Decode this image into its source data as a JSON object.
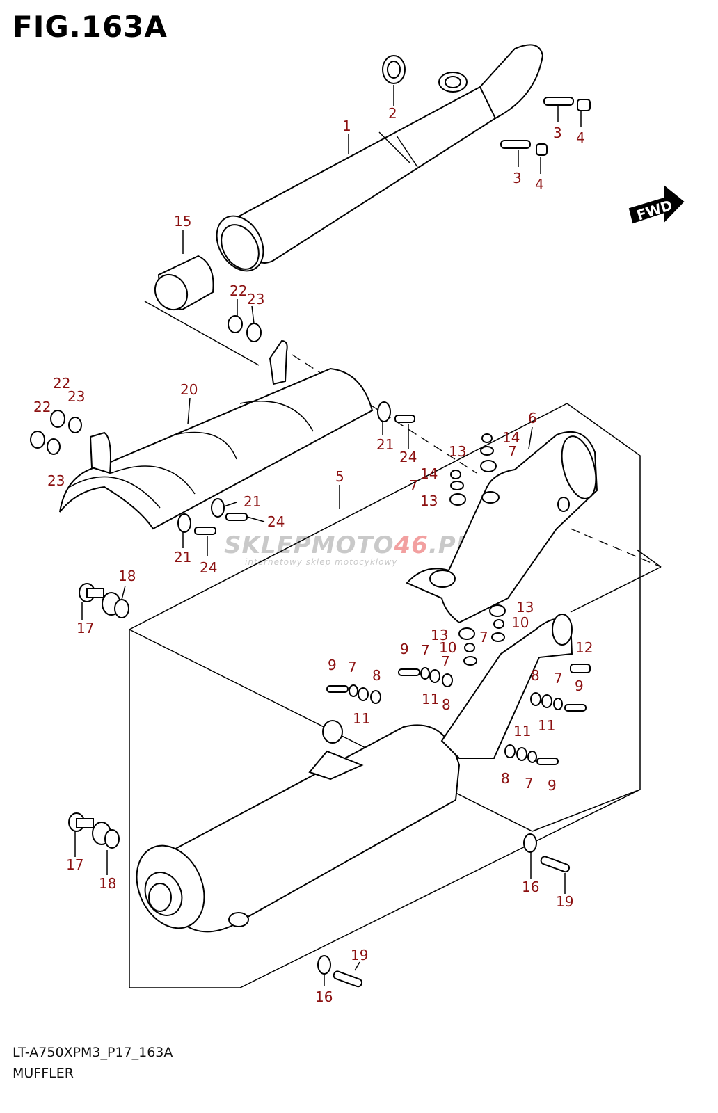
{
  "figure": {
    "title": "FIG.163A",
    "drawing_code": "LT-A750XPM3_P17_163A",
    "section_name": "MUFFLER"
  },
  "direction_arrow": {
    "label": "FWD"
  },
  "watermark": {
    "brand_a": "SKLEPMOTO",
    "brand_b": "46",
    "brand_c": ".PL",
    "tagline": "internetowy sklep motocyklowy"
  },
  "callouts": [
    {
      "id": "c1",
      "text": "1"
    },
    {
      "id": "c2",
      "text": "2"
    },
    {
      "id": "c3a",
      "text": "3"
    },
    {
      "id": "c4a",
      "text": "4"
    },
    {
      "id": "c3b",
      "text": "3"
    },
    {
      "id": "c4b",
      "text": "4"
    },
    {
      "id": "c15",
      "text": "15"
    },
    {
      "id": "c22a",
      "text": "22"
    },
    {
      "id": "c23a",
      "text": "23"
    },
    {
      "id": "c20",
      "text": "20"
    },
    {
      "id": "c22b",
      "text": "22"
    },
    {
      "id": "c23b",
      "text": "23"
    },
    {
      "id": "c22c",
      "text": "22"
    },
    {
      "id": "c23c",
      "text": "23"
    },
    {
      "id": "c21a",
      "text": "21"
    },
    {
      "id": "c24a",
      "text": "24"
    },
    {
      "id": "c21b",
      "text": "21"
    },
    {
      "id": "c24b",
      "text": "24"
    },
    {
      "id": "c21c",
      "text": "21"
    },
    {
      "id": "c24c",
      "text": "24"
    },
    {
      "id": "c5",
      "text": "5"
    },
    {
      "id": "c6",
      "text": "6"
    },
    {
      "id": "c14a",
      "text": "14"
    },
    {
      "id": "c13a",
      "text": "13"
    },
    {
      "id": "c7a",
      "text": "7"
    },
    {
      "id": "c14b",
      "text": "14"
    },
    {
      "id": "c7b",
      "text": "7"
    },
    {
      "id": "c13b",
      "text": "13"
    },
    {
      "id": "c18a",
      "text": "18"
    },
    {
      "id": "c17a",
      "text": "17"
    },
    {
      "id": "c13c",
      "text": "13"
    },
    {
      "id": "c10a",
      "text": "10"
    },
    {
      "id": "c13d",
      "text": "13"
    },
    {
      "id": "c7c",
      "text": "7"
    },
    {
      "id": "c10b",
      "text": "10"
    },
    {
      "id": "c7d",
      "text": "7"
    },
    {
      "id": "c12",
      "text": "12"
    },
    {
      "id": "c9a",
      "text": "9"
    },
    {
      "id": "c7e",
      "text": "7"
    },
    {
      "id": "c8a",
      "text": "8"
    },
    {
      "id": "c9b",
      "text": "9"
    },
    {
      "id": "c7f",
      "text": "7"
    },
    {
      "id": "c11a",
      "text": "11"
    },
    {
      "id": "c8b",
      "text": "8"
    },
    {
      "id": "c11b",
      "text": "11"
    },
    {
      "id": "c8c",
      "text": "8"
    },
    {
      "id": "c7g",
      "text": "7"
    },
    {
      "id": "c9c",
      "text": "9"
    },
    {
      "id": "c11c",
      "text": "11"
    },
    {
      "id": "c11d",
      "text": "11"
    },
    {
      "id": "c8d",
      "text": "8"
    },
    {
      "id": "c7h",
      "text": "7"
    },
    {
      "id": "c9d",
      "text": "9"
    },
    {
      "id": "c17b",
      "text": "17"
    },
    {
      "id": "c18b",
      "text": "18"
    },
    {
      "id": "c16a",
      "text": "16"
    },
    {
      "id": "c19a",
      "text": "19"
    },
    {
      "id": "c19b",
      "text": "19"
    },
    {
      "id": "c16b",
      "text": "16"
    }
  ]
}
